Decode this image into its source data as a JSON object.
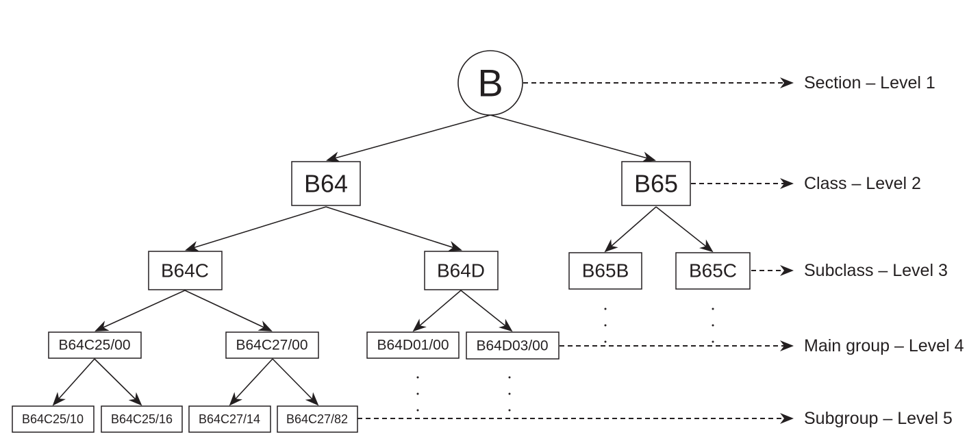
{
  "diagram": {
    "root": {
      "label": "B"
    },
    "level2": {
      "b64": "B64",
      "b65": "B65"
    },
    "level3": {
      "b64c": "B64C",
      "b64d": "B64D",
      "b65b": "B65B",
      "b65c": "B65C"
    },
    "level4": {
      "b64c25": "B64C25/00",
      "b64c27": "B64C27/00",
      "b64d01": "B64D01/00",
      "b64d03": "B64D03/00"
    },
    "level5": {
      "b64c25_10": "B64C25/10",
      "b64c25_16": "B64C25/16",
      "b64c27_14": "B64C27/14",
      "b64c27_82": "B64C27/82"
    },
    "levels": {
      "section": "Section – Level 1",
      "class": "Class – Level 2",
      "subclass": "Subclass – Level 3",
      "main_group": "Main group – Level 4",
      "subgroup": "Subgroup – Level 5"
    }
  },
  "colors": {
    "stroke": "#231f20",
    "background": "#ffffff"
  }
}
